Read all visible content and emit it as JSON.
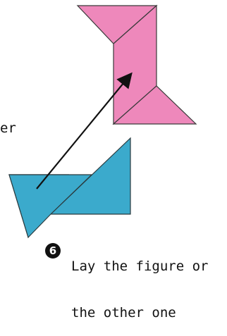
{
  "colors": {
    "pink": "#EE88BB",
    "blue": "#3BAACC",
    "line": "#3a3a3a"
  },
  "left_fragment": "er",
  "step": {
    "number": "6",
    "line1": "Lay the figure or",
    "line2": "the other one"
  }
}
